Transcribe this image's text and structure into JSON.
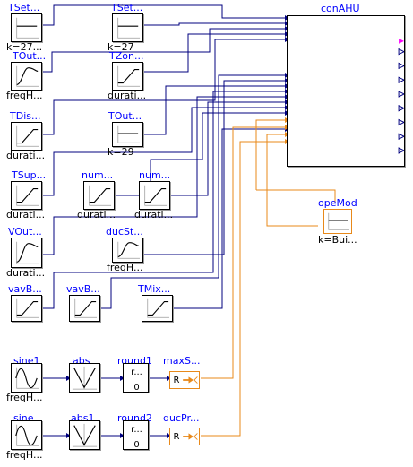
{
  "diagram": {
    "controller": {
      "name": "conAHU"
    },
    "sources": [
      {
        "id": "tset1",
        "name": "TSet...",
        "param": "k=27...",
        "icon": "flat"
      },
      {
        "id": "tset2",
        "name": "TSet...",
        "param": "k=27",
        "icon": "flat"
      },
      {
        "id": "tout1",
        "name": "TOut...",
        "param": "freqH...",
        "icon": "sine-curve"
      },
      {
        "id": "zon",
        "name": "TZon...",
        "param": "durati...",
        "icon": "ramp"
      },
      {
        "id": "tdis",
        "name": "TDis...",
        "param": "durati...",
        "icon": "ramp"
      },
      {
        "id": "tout2",
        "name": "TOut...",
        "param": "k=29",
        "icon": "flat"
      },
      {
        "id": "tsup",
        "name": "TSup...",
        "param": "durati...",
        "icon": "ramp"
      },
      {
        "id": "num1",
        "name": "num...",
        "param": "durati...",
        "icon": "ramp"
      },
      {
        "id": "num2",
        "name": "num...",
        "param": "durati...",
        "icon": "ramp"
      },
      {
        "id": "vout",
        "name": "VOut...",
        "param": "durati...",
        "icon": "sine-curve"
      },
      {
        "id": "ducst",
        "name": "ducSt...",
        "param": "freqH...",
        "icon": "sine-curve"
      },
      {
        "id": "vav1",
        "name": "vavB...",
        "param": "",
        "icon": "ramp"
      },
      {
        "id": "vav2",
        "name": "vavB...",
        "param": "",
        "icon": "ramp"
      },
      {
        "id": "tmix",
        "name": "TMix...",
        "param": "",
        "icon": "ramp"
      }
    ],
    "opeMod": {
      "name": "opeMod",
      "param": "k=Bui..."
    },
    "row1": {
      "sine": {
        "name": "sine1",
        "param": "freqH..."
      },
      "abs": {
        "name": "abs"
      },
      "round": {
        "name": "round1",
        "body": "r...",
        "value": "0"
      },
      "conv": {
        "name": "maxS...",
        "glyph": "R"
      }
    },
    "row2": {
      "sine": {
        "name": "sine",
        "param": "freqH..."
      },
      "abs": {
        "name": "abs1"
      },
      "round": {
        "name": "round2",
        "body": "r...",
        "value": "0"
      },
      "conv": {
        "name": "ducPr...",
        "glyph": "R"
      }
    },
    "colors": {
      "wire_real": "#00007f",
      "wire_integer": "#e8891a",
      "label": "#0000ff",
      "output_bool": "#ff00ff"
    }
  }
}
